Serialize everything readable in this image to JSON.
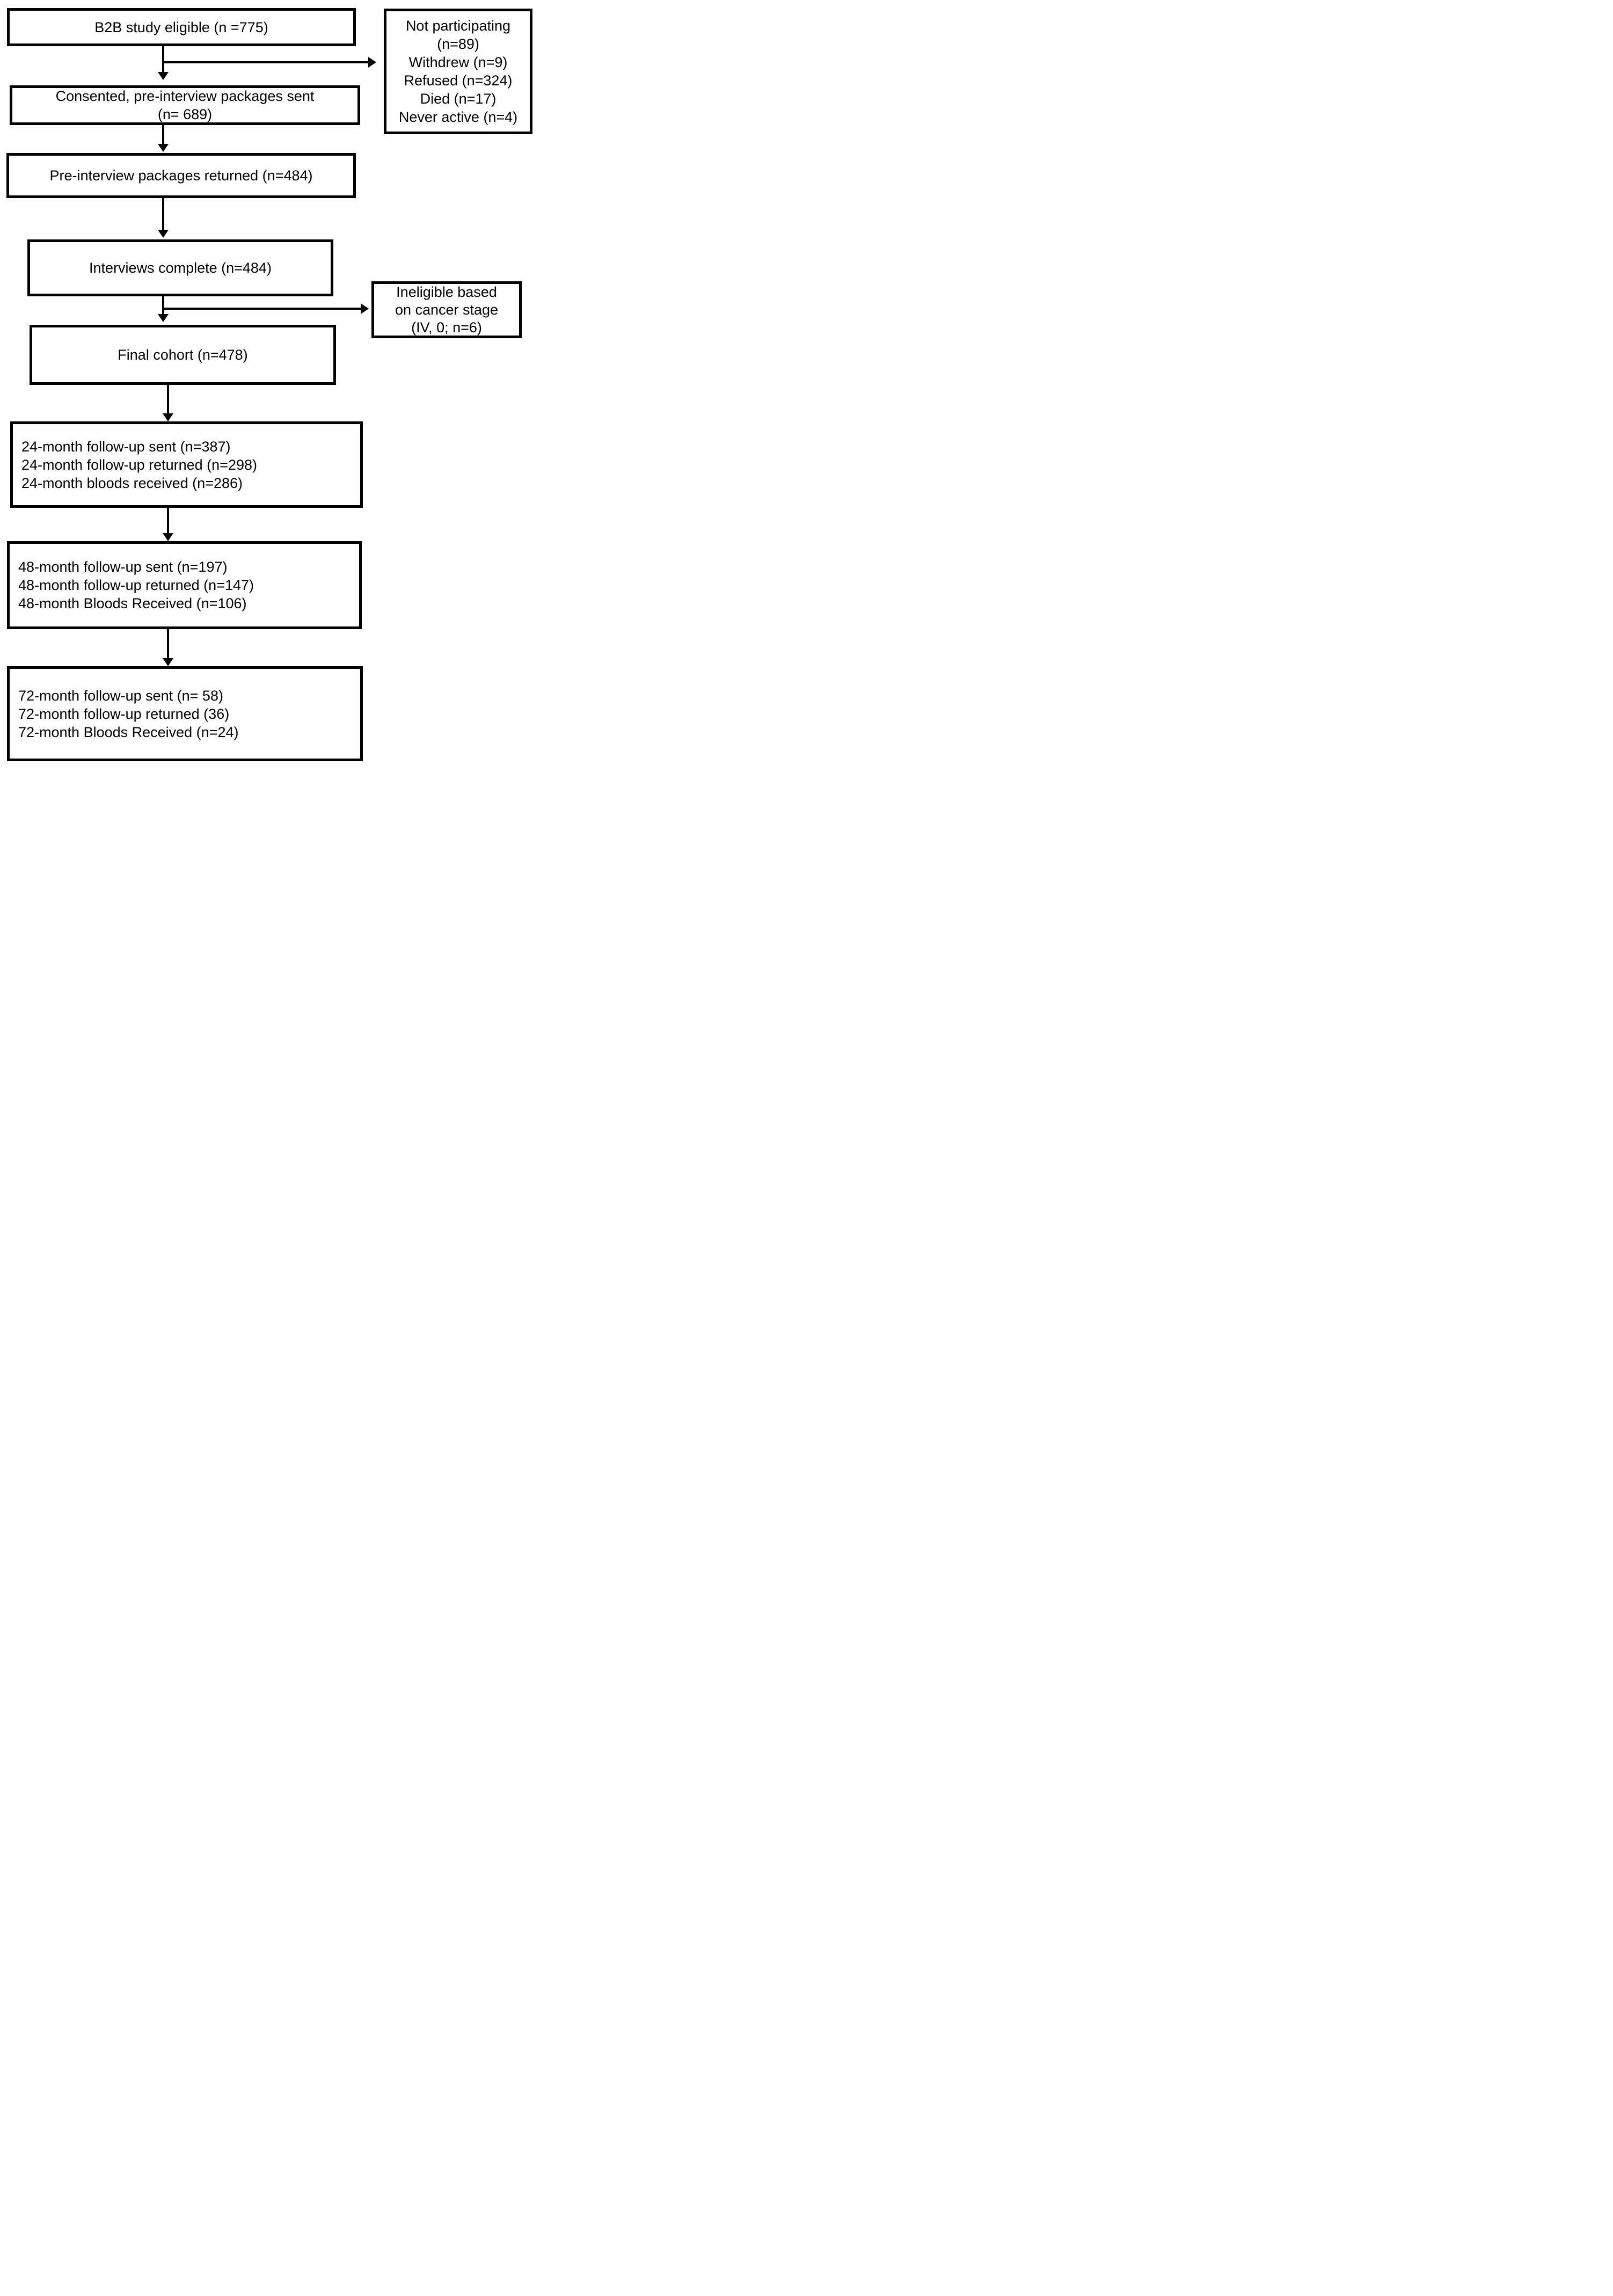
{
  "figure": {
    "type": "study-flow-diagram",
    "colors": {
      "line": "#000000",
      "text": "#000000",
      "background": "#ffffff"
    }
  },
  "boxes": {
    "b2b_eligible": {
      "lines": [
        "B2B study eligible (n =775)"
      ]
    },
    "not_participating": {
      "lines": [
        "Not participating",
        "(n=89)",
        "Withdrew (n=9)",
        "Refused (n=324)",
        "Died (n=17)",
        "Never active (n=4)"
      ]
    },
    "consented": {
      "lines": [
        "Consented, pre-interview packages sent",
        "(n= 689)"
      ]
    },
    "packages_returned": {
      "lines": [
        "Pre-interview packages returned (n=484)"
      ]
    },
    "interviews_complete": {
      "lines": [
        "Interviews complete (n=484)"
      ]
    },
    "ineligible": {
      "lines": [
        "Ineligible based",
        "on cancer stage",
        "(IV, 0; n=6)"
      ]
    },
    "final_cohort": {
      "lines": [
        "Final cohort (n=478)"
      ]
    },
    "month24": {
      "lines": [
        "24-month follow-up sent (n=387)",
        "24-month follow-up returned (n=298)",
        "24-month bloods received (n=286)"
      ]
    },
    "month48": {
      "lines": [
        "48-month follow-up sent (n=197)",
        "48-month follow-up returned (n=147)",
        "48-month Bloods Received (n=106)"
      ]
    },
    "month72": {
      "lines": [
        "72-month follow-up sent (n= 58)",
        "72-month follow-up returned (36)",
        "72-month Bloods Received (n=24)"
      ]
    }
  }
}
